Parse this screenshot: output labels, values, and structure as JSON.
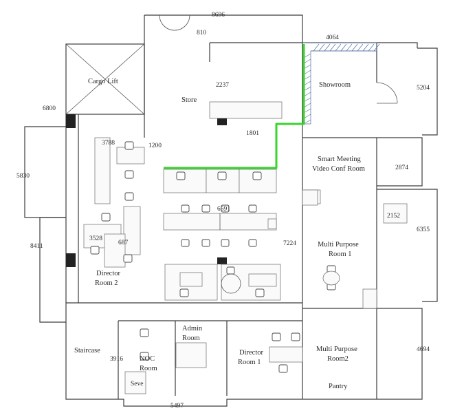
{
  "rooms": {
    "cargo_lift": "Cargo Lift",
    "store": "Store",
    "showroom": "Showroom",
    "smart_meeting_line1": "Smart Meeting",
    "smart_meeting_line2": "Video Conf Room",
    "mp1_line1": "Multi Purpose",
    "mp1_line2": "Room 1",
    "director2_line1": "Director",
    "director2_line2": "Room 2",
    "staircase": "Staircase",
    "noc_line1": "NOC",
    "noc_line2": "Room",
    "admin_line1": "Admin",
    "admin_line2": "Room",
    "director1_line1": "Director",
    "director1_line2": "Room 1",
    "mp2_line1": "Multi Purpose",
    "mp2_line2": "Room2",
    "pantry": "Pantry",
    "serve": "Seve"
  },
  "dimensions": {
    "d8696": "8696",
    "d810": "810",
    "d4064": "4064",
    "d5204": "5204",
    "d2237": "2237",
    "d6800": "6800",
    "d1801": "1801",
    "d3788": "3788",
    "d1200": "1200",
    "d2874": "2874",
    "d5830": "5830",
    "d6591": "6591",
    "d2152": "2152",
    "d6355": "6355",
    "d8411": "8411",
    "d3528": "3528",
    "d687": "687",
    "d7224": "7224",
    "d3916": "3916",
    "d4694": "4694",
    "d5497": "5497"
  },
  "colors": {
    "highlight": "#39d42c",
    "hatch": "#5070a0"
  }
}
